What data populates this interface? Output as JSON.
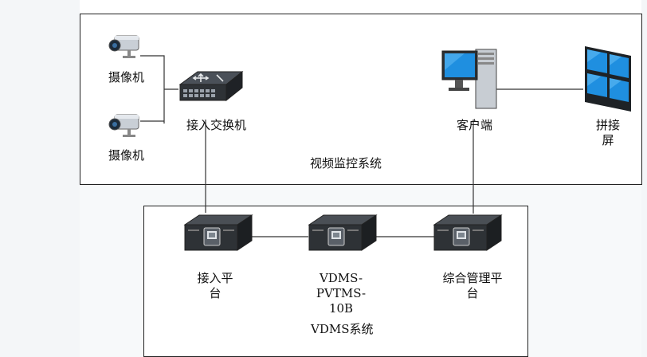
{
  "video_system": {
    "label": "视频监控系统",
    "camera_1": "摄像机",
    "camera_2": "摄像机",
    "switch": "接入交换机",
    "client": "客户端",
    "screen_line1": "拼接",
    "screen_line2": "屏"
  },
  "vdms_system": {
    "label": "VDMS系统",
    "access_line1": "接入平",
    "access_line2": "台",
    "server_line1": "VDMS-PVTMS-",
    "server_line2": "10B",
    "mgmt_line1": "综合管理平",
    "mgmt_line2": "台"
  },
  "icons": [
    "camera-icon",
    "network-switch-icon",
    "desktop-computer-icon",
    "video-wall-icon",
    "server-icon"
  ],
  "colors": {
    "border": "#222222",
    "screen_blue": "#1f8fe0",
    "device_dark": "#2e3236"
  }
}
